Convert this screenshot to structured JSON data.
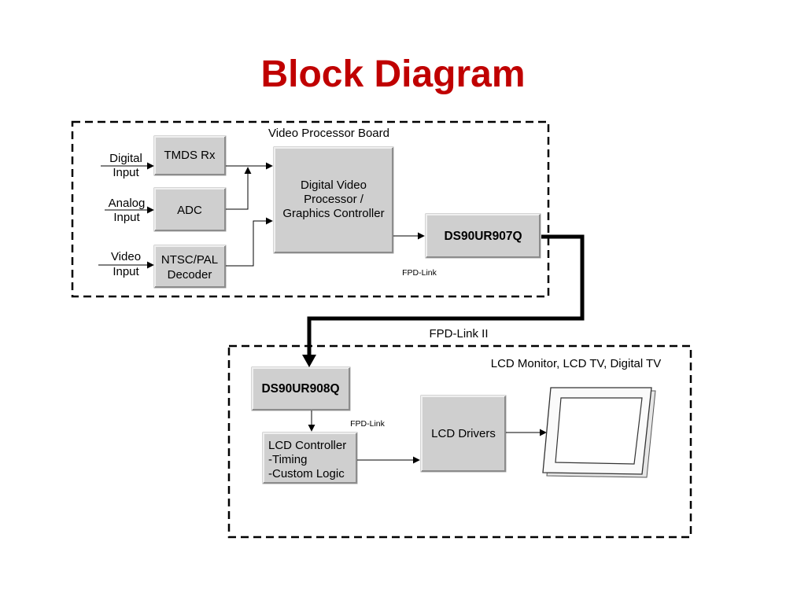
{
  "title": "Block Diagram",
  "groups": {
    "video_processor_board": "Video Processor Board",
    "lcd_system": "LCD Monitor, LCD TV, Digital TV"
  },
  "inputs": {
    "digital": [
      "Digital",
      "Input"
    ],
    "analog": [
      "Analog",
      "Input"
    ],
    "video": [
      "Video",
      "Input"
    ]
  },
  "blocks": {
    "tmds_rx": [
      "TMDS Rx"
    ],
    "adc": [
      "ADC"
    ],
    "ntsc_pal_decoder": [
      "NTSC/PAL",
      "Decoder"
    ],
    "digital_video_processor": [
      "Digital Video",
      "Processor /",
      "Graphics Controller"
    ],
    "ds90ur907q": [
      "DS90UR907Q"
    ],
    "ds90ur908q": [
      "DS90UR908Q"
    ],
    "lcd_controller": [
      "LCD Controller",
      "-Timing",
      "-Custom Logic"
    ],
    "lcd_drivers": [
      "LCD Drivers"
    ]
  },
  "links": {
    "fpd_link_tx": "FPD-Link",
    "fpd_link_ii": "FPD-Link II",
    "fpd_link_rx": "FPD-Link"
  },
  "display_icon": "lcd-panel-icon"
}
